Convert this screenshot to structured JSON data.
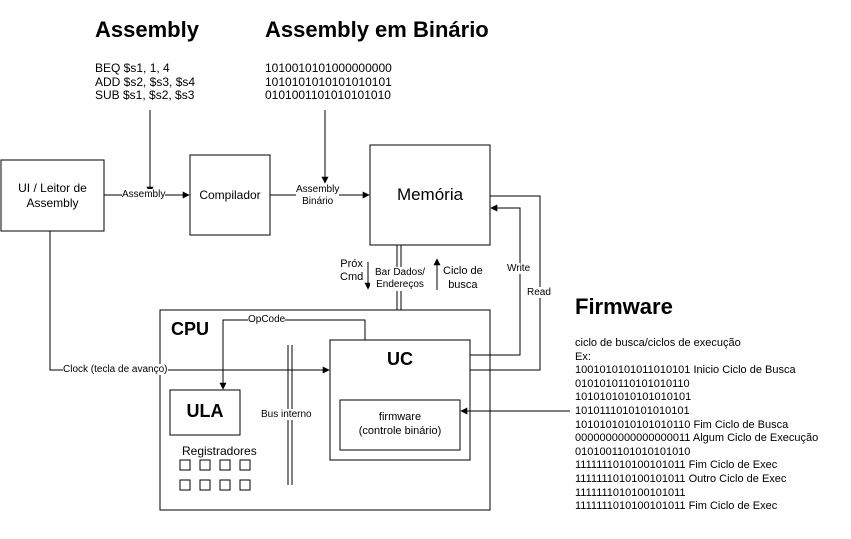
{
  "assembly": {
    "title": "Assembly",
    "lines": [
      "BEQ $s1, 1, 4",
      "ADD $s2, $s3, $s4",
      "SUB $s1, $s2, $s3"
    ]
  },
  "binary": {
    "title": "Assembly em Binário",
    "lines": [
      "1010010101000000000",
      "1010101010101010101",
      "0101001101010101010"
    ]
  },
  "ui_box": {
    "label": "UI / Leitor de Assembly"
  },
  "compiler": {
    "label": "Compilador"
  },
  "memory": {
    "label": "Memória"
  },
  "edges": {
    "assembly": "Assembly",
    "assembly_binario_1": "Assembly",
    "assembly_binario_2": "Binário",
    "prox_cmd_1": "Próx",
    "prox_cmd_2": "Cmd",
    "bar_dados_1": "Bar Dados/",
    "bar_dados_2": "Endereços",
    "ciclo_busca_1": "Ciclo de",
    "ciclo_busca_2": "busca",
    "write": "Write",
    "read": "Read",
    "opcode": "OpCode",
    "clock": "Clock (tecla de avanço)",
    "bus_interno": "Bus interno"
  },
  "cpu": {
    "label": "CPU",
    "ula": "ULA",
    "uc": "UC",
    "firmware_1": "firmware",
    "firmware_2": "(controle binário)",
    "registradores": "Registradores"
  },
  "firmware": {
    "title": "Firmware",
    "lines": [
      "ciclo de busca/ciclos de execução",
      "Ex:",
      "1001010101011010101 Inicio Ciclo de Busca",
      "0101010110101010110",
      "1010101010101010101",
      "1010111010101010101",
      "1010101010101010110 Fim Ciclo de Busca",
      "0000000000000000011 Algum Ciclo de Execução",
      "0101001101010101010",
      "1111111010100101011 Fim Ciclo de Exec",
      "1111111010100101011 Outro Ciclo de Exec",
      "1111111010100101011",
      "1111111010100101011 Fim Ciclo de Exec"
    ]
  }
}
